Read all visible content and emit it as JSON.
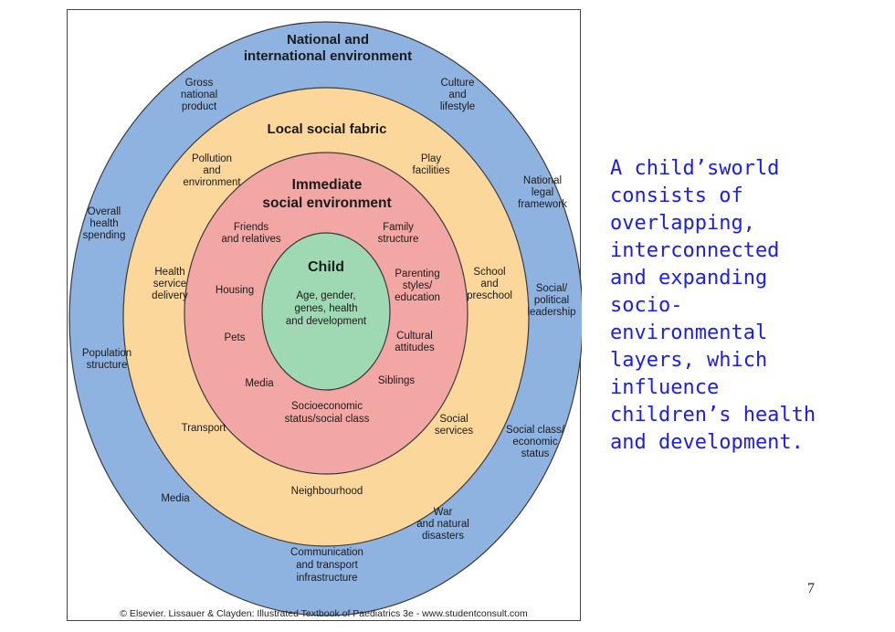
{
  "colors": {
    "outer_ring": "#8fb3e1",
    "local_ring": "#fcd79b",
    "immediate_ring": "#f2a7a4",
    "child_core": "#9ed9b3",
    "ring_stroke": "#3b3b3b",
    "caption_text": "#1a1aff"
  },
  "diagram": {
    "national": {
      "heading": [
        "National and",
        "international environment"
      ],
      "items": [
        [
          "Gross",
          "national",
          "product"
        ],
        [
          "Culture",
          "and",
          "lifestyle"
        ],
        [
          "Overall",
          "health",
          "spending"
        ],
        [
          "National",
          "legal",
          "framework"
        ],
        [
          "Social/",
          "political",
          "leadership"
        ],
        [
          "Population",
          "structure"
        ],
        [
          "Social class/",
          "economic",
          "status"
        ],
        [
          "Media"
        ],
        [
          "War",
          "and natural",
          "disasters"
        ],
        [
          "Communication",
          "and transport",
          "infrastructure"
        ]
      ]
    },
    "local": {
      "heading": [
        "Local social fabric"
      ],
      "items": [
        [
          "Pollution",
          "and",
          "environment"
        ],
        [
          "Play",
          "facilities"
        ],
        [
          "Health",
          "service",
          "delivery"
        ],
        [
          "School",
          "and",
          "preschool"
        ],
        [
          "Transport"
        ],
        [
          "Social",
          "services"
        ],
        [
          "Neighbourhood"
        ]
      ]
    },
    "immediate": {
      "heading": [
        "Immediate",
        "social environment"
      ],
      "items": [
        [
          "Friends",
          "and relatives"
        ],
        [
          "Family",
          "structure"
        ],
        [
          "Housing"
        ],
        [
          "Parenting",
          "styles/",
          "education"
        ],
        [
          "Pets"
        ],
        [
          "Cultural",
          "attitudes"
        ],
        [
          "Media"
        ],
        [
          "Siblings"
        ],
        [
          "Socioeconomic",
          "status/social class"
        ]
      ]
    },
    "child": {
      "heading": [
        "Child"
      ],
      "items": [
        [
          "Age, gender,",
          "genes, health",
          "and development"
        ]
      ]
    },
    "copyright": "© Elsevier. Lissauer & Clayden: Illustrated Textbook of Paediatrics 3e - www.studentconsult.com"
  },
  "caption": "A  child’sworld\nconsists of\noverlapping,\ninterconnected\nand expanding\nsocio-\nenvironmental\nlayers, which\ninfluence\nchildren’s health\nand development.",
  "page_number": "7"
}
